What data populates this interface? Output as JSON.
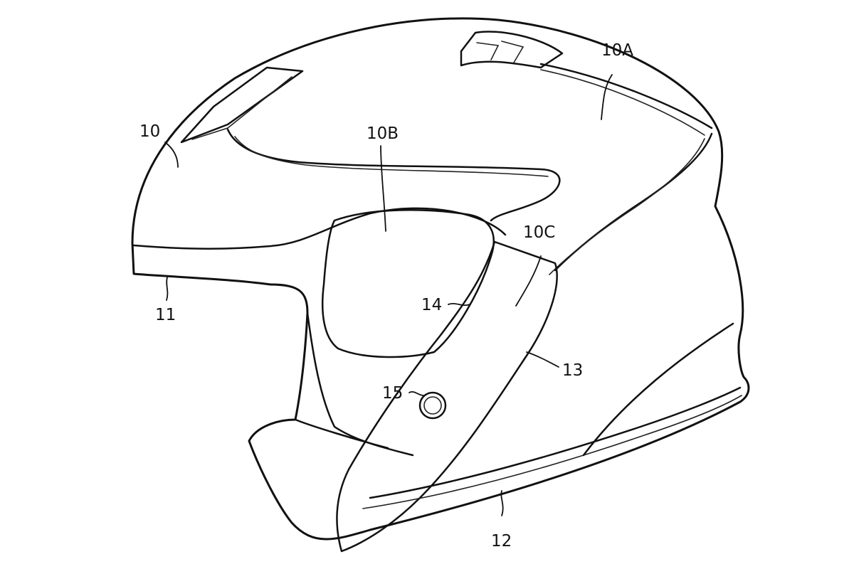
{
  "figure": {
    "subject": "helmet-side-view",
    "labels": {
      "l10": "10",
      "l10A": "10A",
      "l10B": "10B",
      "l10C": "10C",
      "l11": "11",
      "l12": "12",
      "l13": "13",
      "l14": "14",
      "l15": "15"
    }
  }
}
